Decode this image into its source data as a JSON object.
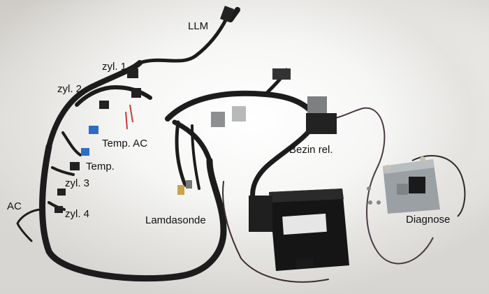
{
  "labels": {
    "llm": "LLM",
    "zyl1": "zyl. 1",
    "zyl2": "zyl. 2",
    "temp_ac": "Temp. AC",
    "temp": "Temp.",
    "zyl3": "zyl. 3",
    "ac": "AC",
    "zyl4": "zyl. 4",
    "lamdasonde": "Lamdasonde",
    "bezin_rel": "Bezin rel.",
    "diagnose": "Diagnose"
  },
  "colors": {
    "cable": "#1c1c1c",
    "ecu": "#151515",
    "bracket": "#9aa0a4",
    "connector_grey": "#8d8f90",
    "connector_blue": "#2a6fc4",
    "wire_red": "#d23a2a"
  }
}
